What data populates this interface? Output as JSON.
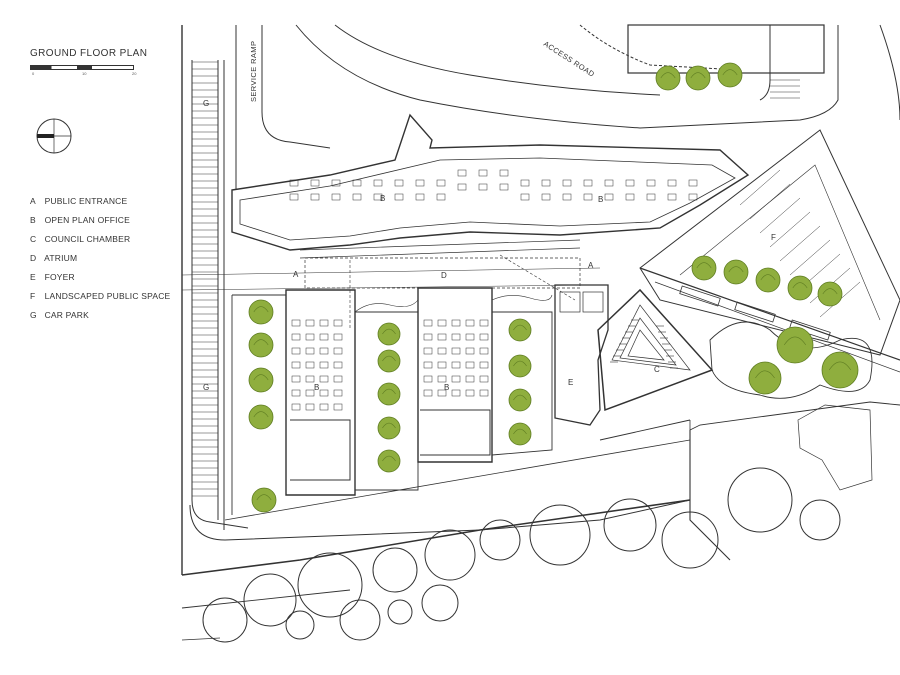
{
  "legend": {
    "title": "GROUND FLOOR PLAN",
    "scale_ticks": [
      "0",
      "10",
      "20"
    ],
    "items": [
      {
        "key": "A",
        "label": "PUBLIC ENTRANCE"
      },
      {
        "key": "B",
        "label": "OPEN PLAN OFFICE"
      },
      {
        "key": "C",
        "label": "COUNCIL CHAMBER"
      },
      {
        "key": "D",
        "label": "ATRIUM"
      },
      {
        "key": "E",
        "label": "FOYER"
      },
      {
        "key": "F",
        "label": "LANDSCAPED PUBLIC SPACE"
      },
      {
        "key": "G",
        "label": "CAR PARK"
      }
    ]
  },
  "plan": {
    "service_ramp": "SERVICE RAMP",
    "access_road": "ACCESS ROAD",
    "zone_labels": {
      "a": "A",
      "b": "B",
      "c": "C",
      "d": "D",
      "e": "E",
      "f": "F",
      "g": "G"
    }
  },
  "colors": {
    "linework": "#333333",
    "tree_fill": "#8fae3e",
    "tree_dark": "#5f7d22"
  }
}
